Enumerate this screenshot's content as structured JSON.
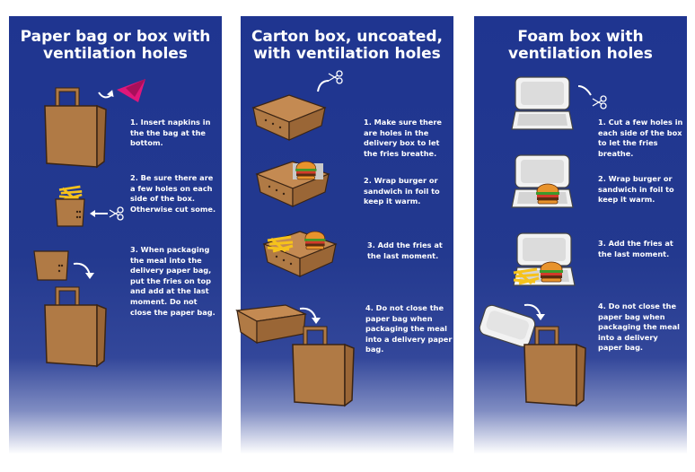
{
  "panels": [
    {
      "title_line1": "Paper bag or box with",
      "title_line2": "ventilation holes",
      "steps": [
        "1. Insert napkins in the the bag at the bottom.",
        "2. Be sure there are a few holes on each side of the box. Otherwise cut some.",
        "3. When packaging the meal into the delivery paper bag, put the fries on top and add at the last moment. Do not close the paper bag."
      ]
    },
    {
      "title_line1": "Carton box, uncoated,",
      "title_line2": "with ventilation holes",
      "steps": [
        "1. Make sure there are holes in the delivery box to let the fries breathe.",
        "2. Wrap burger or sandwich in foil to keep it warm.",
        "3. Add the fries at the last moment.",
        "4. Do not close the paper bag when packaging the meal into a delivery paper bag."
      ]
    },
    {
      "title_line1": "Foam box with",
      "title_line2": "ventilation holes",
      "steps": [
        "1. Cut a few holes in each side of the box to let the fries breathe.",
        "2. Wrap burger or sandwich in foil to keep it warm.",
        "3. Add the fries at the last moment.",
        "4. Do not close the paper bag when packaging the meal into a delivery paper bag."
      ]
    }
  ],
  "colors": {
    "panel": "#23398f",
    "kraft": "#b07a45",
    "outline": "#3a2414",
    "foam": "#f2f2f2",
    "fries": "#f6c21b",
    "napkin": "#e0177a"
  }
}
